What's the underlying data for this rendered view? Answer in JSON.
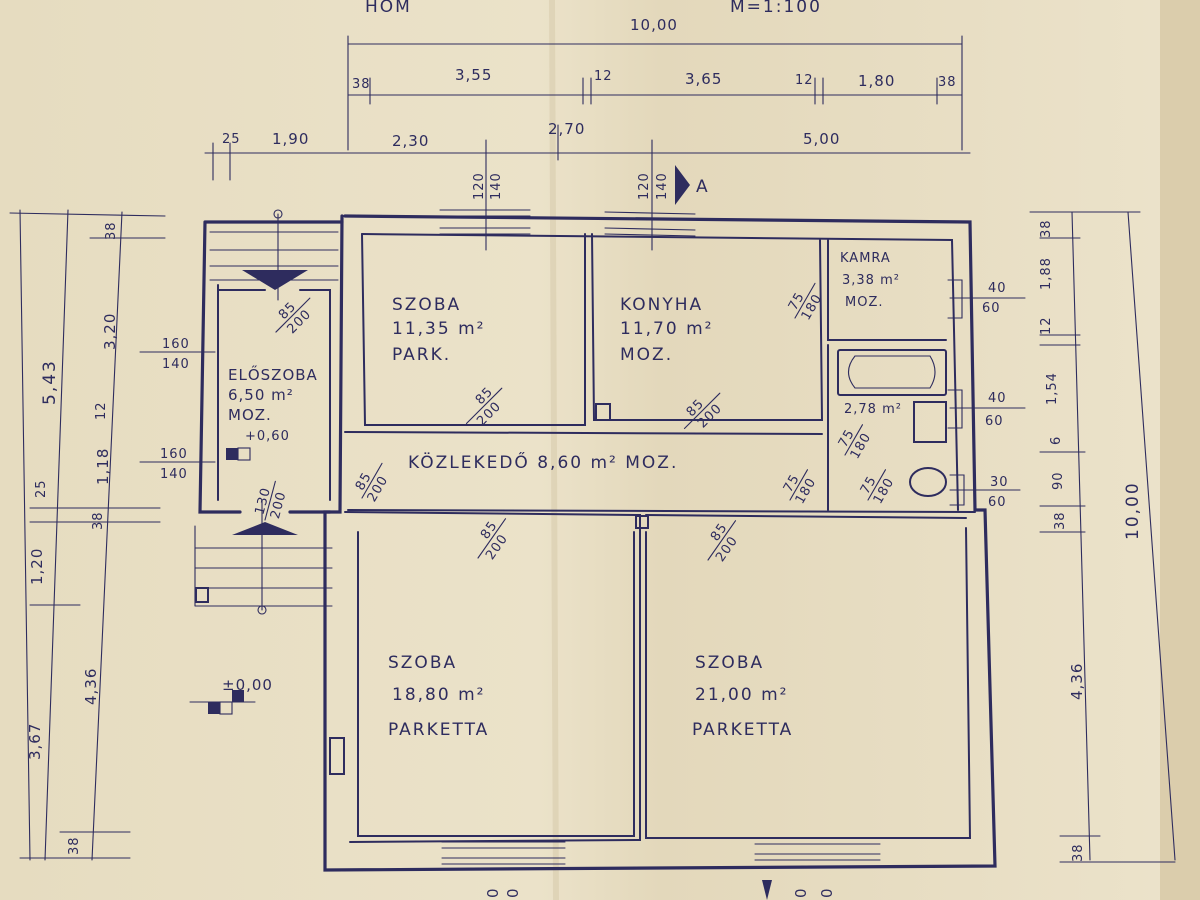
{
  "header": {
    "scale": "M=1:100",
    "top_word": "HOM"
  },
  "dimensions": {
    "top_total": "10,00",
    "top_row2": [
      "38",
      "3,55",
      "12",
      "3,65",
      "12",
      "1,80",
      "38"
    ],
    "top_row3": [
      "25",
      "1,90",
      "2,30",
      "2,70",
      "5,00"
    ],
    "left_outer": [
      "5,43",
      "25",
      "1,20",
      "3,67",
      "38"
    ],
    "left_inner": [
      "38",
      "3,20",
      "12",
      "1,18",
      "38",
      "4,36",
      "38"
    ],
    "right_inner": [
      "38",
      "1,88",
      "12",
      "1,54",
      "6",
      "90",
      "38",
      "4,36",
      "38"
    ],
    "right_outer": "10,00",
    "window_top_left": [
      "120",
      "140"
    ],
    "window_top_right": [
      "120",
      "140"
    ],
    "section_mark": "A",
    "openings_right": [
      [
        "40",
        "60"
      ],
      [
        "40",
        "60"
      ],
      [
        "30",
        "60"
      ]
    ],
    "openings_left": [
      [
        "160",
        "140"
      ],
      [
        "160",
        "140"
      ]
    ],
    "bottom_partial": [
      "0",
      "0",
      "0",
      "0"
    ]
  },
  "rooms": {
    "szoba1": {
      "name": "SZOBA",
      "area": "11,35 m²",
      "floor": "PARK."
    },
    "konyha": {
      "name": "KONYHA",
      "area": "11,70 m²",
      "floor": "MOZ."
    },
    "kamra": {
      "name": "KAMRA",
      "area": "3,38 m²",
      "floor": "MOZ."
    },
    "eloszoba": {
      "name": "ELŐSZOBA",
      "area": "6,50 m²",
      "floor": "MOZ.",
      "level": "+0,60"
    },
    "furdo": {
      "area": "2,78 m²"
    },
    "kozlekedo": {
      "label": "KÖZLEKEDŐ 8,60 m² MOZ."
    },
    "szoba2": {
      "name": "SZOBA",
      "area": "18,80 m²",
      "floor": "PARKETTA"
    },
    "szoba3": {
      "name": "SZOBA",
      "area": "21,00 m²",
      "floor": "PARKETTA"
    },
    "ground_level": "±0,00"
  },
  "doors": {
    "d1": [
      "85",
      "200"
    ],
    "d2": [
      "85",
      "200"
    ],
    "d3": [
      "85",
      "200"
    ],
    "d4": [
      "75",
      "180"
    ],
    "d5": [
      "75",
      "180"
    ],
    "d6": [
      "75",
      "180"
    ],
    "d7": [
      "85",
      "200"
    ],
    "d8": [
      "85",
      "200"
    ],
    "d9": [
      "85",
      "200"
    ],
    "d10": [
      "130",
      "200"
    ],
    "d11": [
      "75",
      "180"
    ]
  }
}
